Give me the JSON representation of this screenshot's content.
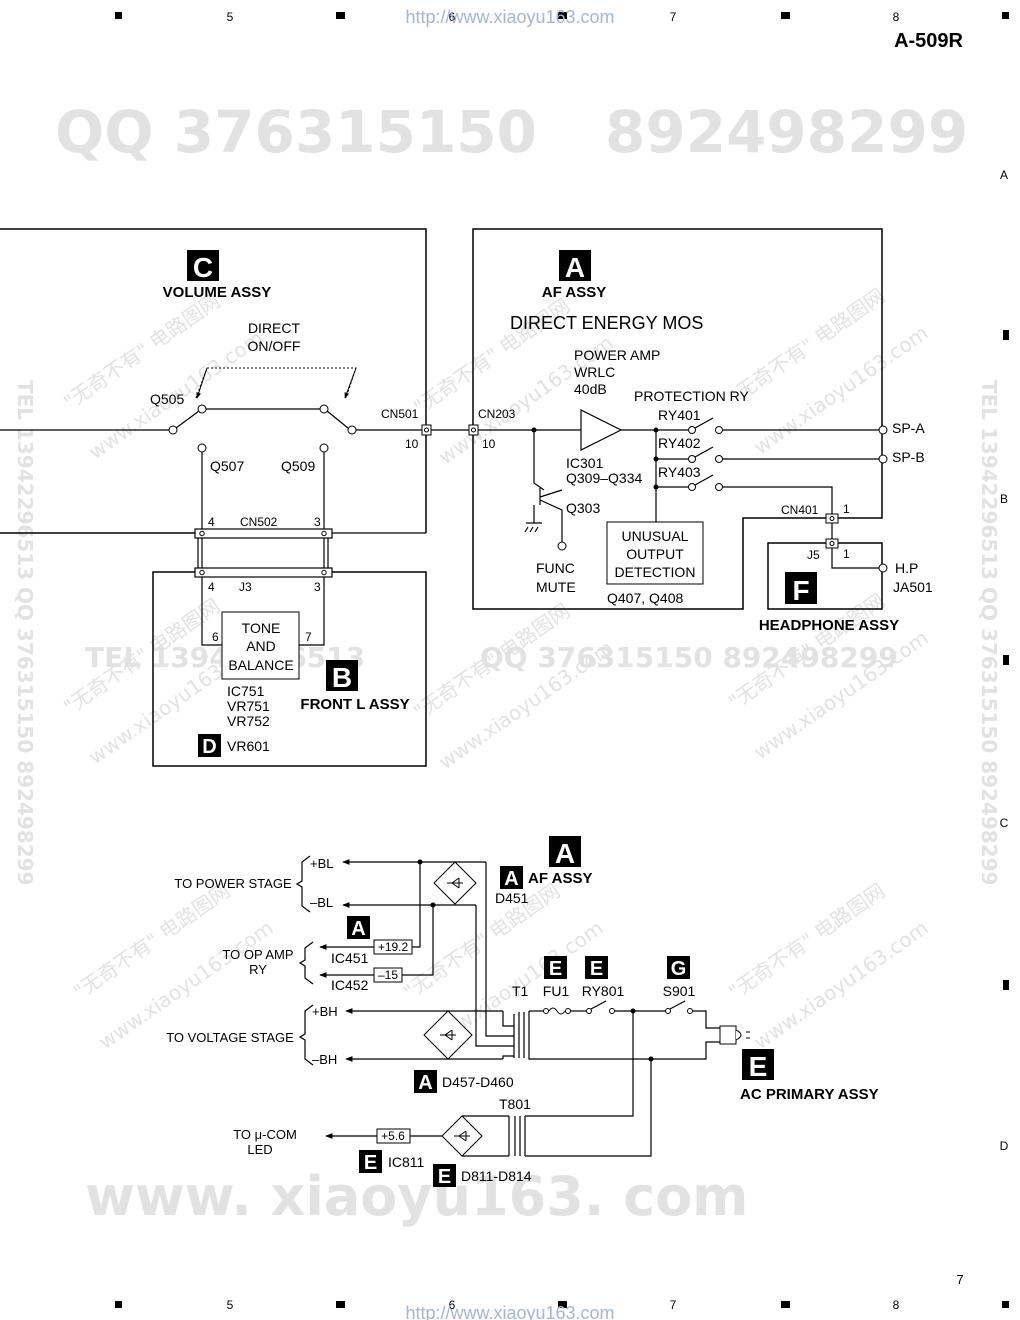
{
  "header": {
    "model": "A-509R",
    "url_top": "http://www.xiaoyu163.com",
    "url_bottom": "http://www.xiaoyu163.com",
    "page_number": "7",
    "col_marks": [
      "5",
      "6",
      "7",
      "8"
    ],
    "row_marks": [
      "A",
      "B",
      "C",
      "D"
    ]
  },
  "watermarks": {
    "qq_left": "QQ 376315150",
    "qq_right": "892498299",
    "website": "www. xiaoyu163. com",
    "mid": "QQ 376315150  892498299",
    "tel": "TEL 13942296513",
    "diag_cn": "\"无奇不有\" 电路图网",
    "diag_web": "www.xiaoyu163.com",
    "side_right": "TEL 13942296513  QQ 376315150  892498299",
    "side_left": "TEL 13942296513  QQ 376315150  892498299"
  },
  "volume_assy": {
    "letter": "C",
    "title": "VOLUME ASSY",
    "direct_line1": "DIRECT",
    "direct_line2": "ON/OFF",
    "q505": "Q505",
    "q507": "Q507",
    "q509": "Q509",
    "cn501": "CN501",
    "cn501_pin": "10",
    "cn502": "CN502",
    "cn502_pin_l": "4",
    "cn502_pin_r": "3"
  },
  "front_l_assy": {
    "letter": "B",
    "title": "FRONT L ASSY",
    "j3": "J3",
    "j3_pin_l": "4",
    "j3_pin_r": "3",
    "pin6": "6",
    "pin7": "7",
    "tone1": "TONE",
    "tone2": "AND",
    "tone3": "BALANCE",
    "ic751": "IC751",
    "vr751": "VR751",
    "vr752": "VR752",
    "d_letter": "D",
    "vr601": "VR601"
  },
  "af_assy": {
    "letter": "A",
    "title": "AF ASSY",
    "subtitle": "DIRECT ENERGY MOS",
    "amp1": "POWER AMP",
    "amp2": "WRLC",
    "amp3": "40dB",
    "cn203": "CN203",
    "cn203_pin": "10",
    "ic301": "IC301",
    "q309": "Q309–Q334",
    "q303": "Q303",
    "func": "FUNC",
    "mute": "MUTE",
    "protection": "PROTECTION RY",
    "ry401": "RY401",
    "ry402": "RY402",
    "ry403": "RY403",
    "unusual1": "UNUSUAL",
    "unusual2": "OUTPUT",
    "unusual3": "DETECTION",
    "q407": "Q407, Q408",
    "spa": "SP-A",
    "spb": "SP-B",
    "cn401": "CN401",
    "cn401_pin": "1"
  },
  "headphone_assy": {
    "letter": "F",
    "title": "HEADPHONE ASSY",
    "j5": "J5",
    "j5_pin": "1",
    "hp": "H.P",
    "ja501": "JA501"
  },
  "power_section": {
    "a_letter": "A",
    "af_title": "AF ASSY",
    "d451": "D451",
    "to_power_stage": "TO POWER STAGE",
    "plus_bl": "+BL",
    "minus_bl": "–BL",
    "to_op_amp": "TO OP AMP",
    "ry": "RY",
    "ic451": "IC451",
    "ic452": "IC452",
    "v192": "+19.2",
    "vm15": "–15",
    "to_voltage_stage": "TO VOLTAGE STAGE",
    "plus_bh": "+BH",
    "minus_bh": "–BH",
    "d457": "D457-D460",
    "t1": "T1",
    "e_letter": "E",
    "g_letter": "G",
    "fu1": "FU1",
    "ry801": "RY801",
    "s901": "S901",
    "ac_primary": "AC PRIMARY ASSY",
    "t801": "T801",
    "to_ucom1": "TO μ-COM",
    "to_ucom2": "LED",
    "v56": "+5.6",
    "ic811": "IC811",
    "d811": "D811-D814"
  }
}
